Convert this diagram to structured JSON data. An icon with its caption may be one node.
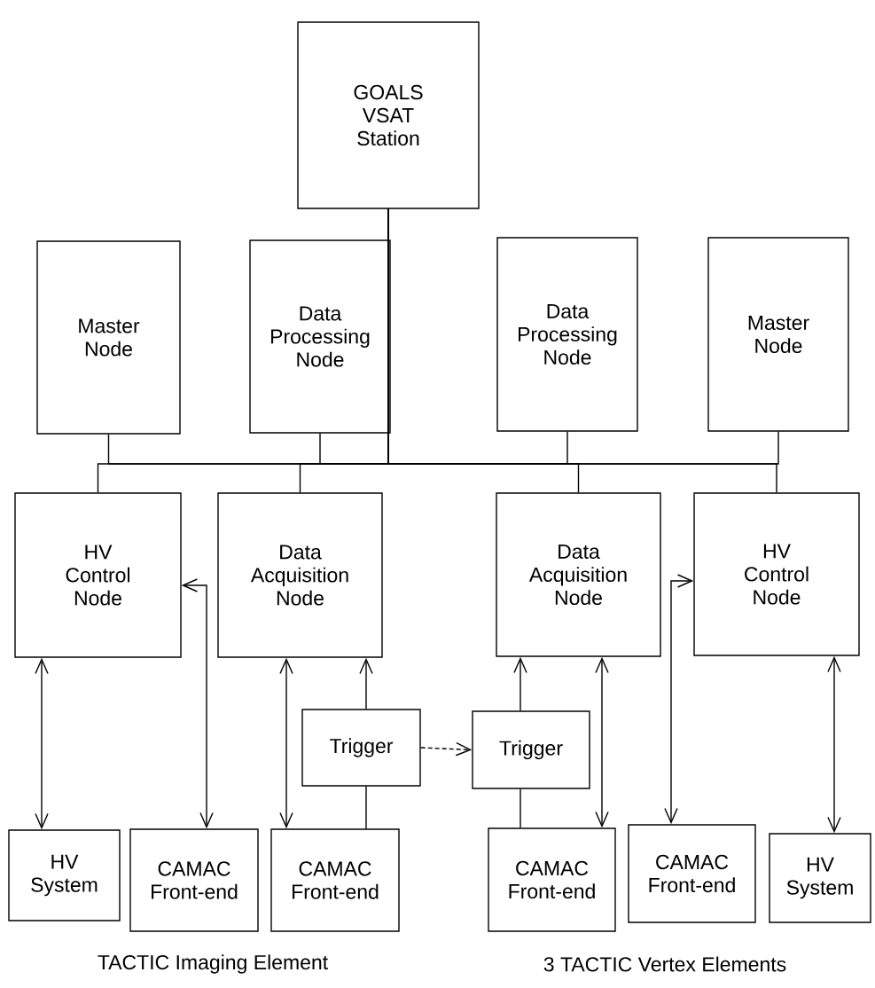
{
  "diagram": {
    "nodes": [
      {
        "text": [
          "GOALS VSAT Station"
        ]
      },
      {
        "text": [
          "Master Node"
        ]
      },
      {
        "text": [
          "Data Processing Node"
        ]
      },
      {
        "text": [
          "Data Processing Node"
        ]
      },
      {
        "text": [
          "Master Node"
        ]
      },
      {
        "text": [
          "HV Control Node"
        ]
      },
      {
        "text": [
          "Data Acquisition Node"
        ]
      },
      {
        "text": [
          "Data Acquisition Node"
        ]
      },
      {
        "text": [
          "HV Control Node"
        ]
      },
      {
        "text": [
          "Trigger"
        ]
      },
      {
        "text": [
          "Trigger"
        ]
      },
      {
        "text": [
          "HV System"
        ]
      },
      {
        "text": [
          "CAMAC Front-end"
        ]
      },
      {
        "text": [
          "CAMAC Front-end"
        ]
      },
      {
        "text": [
          "CAMAC Front-end"
        ]
      },
      {
        "text": [
          "CAMAC Front-end"
        ]
      },
      {
        "text": [
          "HV System"
        ]
      }
    ],
    "edges": [
      {
        "from": 0,
        "to": 1,
        "arrow": "none"
      },
      {
        "from": 0,
        "to": 2,
        "arrow": "none"
      },
      {
        "from": 0,
        "to": 3,
        "arrow": "none"
      },
      {
        "from": 0,
        "to": 4,
        "arrow": "none"
      },
      {
        "from": 0,
        "to": 5,
        "arrow": "none"
      },
      {
        "from": 0,
        "to": 6,
        "arrow": "none"
      },
      {
        "from": 0,
        "to": 7,
        "arrow": "none"
      },
      {
        "from": 0,
        "to": 8,
        "arrow": "none"
      },
      {
        "from": 5,
        "to": 11,
        "arrow": "both"
      },
      {
        "from": 12,
        "to": 5,
        "arrow": "both"
      },
      {
        "from": 6,
        "to": 13,
        "arrow": "both"
      },
      {
        "from": 9,
        "to": 6,
        "arrow": "to"
      },
      {
        "from": 13,
        "to": 9,
        "arrow": "none"
      },
      {
        "from": 9,
        "to": 10,
        "arrow": "to",
        "style": "dashed"
      },
      {
        "from": 10,
        "to": 7,
        "arrow": "to"
      },
      {
        "from": 14,
        "to": 10,
        "arrow": "none"
      },
      {
        "from": 7,
        "to": 14,
        "arrow": "both"
      },
      {
        "from": 15,
        "to": 8,
        "arrow": "both"
      },
      {
        "from": 8,
        "to": 16,
        "arrow": "both"
      }
    ],
    "labels": [
      "TACTIC Imaging Element",
      "3 TACTIC Vertex Elements"
    ]
  }
}
